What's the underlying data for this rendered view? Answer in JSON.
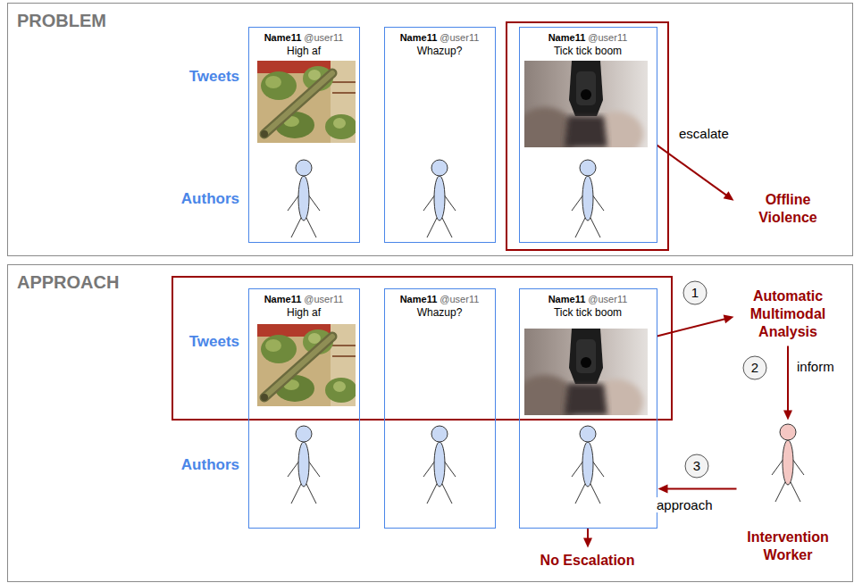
{
  "diagram": {
    "nodes": [
      {
        "text": [
          "PROBLEM"
        ]
      },
      {
        "text": [
          "Name11",
          "@user11",
          "High af"
        ],
        "in": 0
      },
      {
        "text": [
          "Name11",
          "@user11",
          "Whazup?"
        ],
        "in": 0
      },
      {
        "text": [
          "Name11",
          "@user11",
          "Tick tick boom"
        ],
        "in": 0
      },
      {
        "text": [
          "Offline Violence"
        ],
        "in": 0
      },
      {
        "text": [
          "APPROACH"
        ]
      },
      {
        "text": [
          "Name11",
          "@user11",
          "High af"
        ],
        "in": 5
      },
      {
        "text": [
          "Name11",
          "@user11",
          "Whazup?"
        ],
        "in": 5
      },
      {
        "text": [
          "Name11",
          "@user11",
          "Tick tick boom"
        ],
        "in": 5
      },
      {
        "text": [
          "Automatic Multimodal Analysis"
        ],
        "in": 5
      },
      {
        "text": [
          "Intervention Worker"
        ],
        "in": 5
      },
      {
        "text": [
          "No Escalation"
        ],
        "in": 5
      }
    ],
    "edges": [
      {
        "from": 3,
        "to": 4,
        "label": "escalate",
        "arrow": "to"
      },
      {
        "from": 8,
        "to": 9,
        "arrow": "to"
      },
      {
        "from": 9,
        "to": 10,
        "label": "inform",
        "arrow": "to"
      },
      {
        "from": 10,
        "to": 8,
        "label": "approach",
        "arrow": "to"
      },
      {
        "from": 8,
        "to": 11,
        "arrow": "to"
      }
    ],
    "labels": [
      "Tweets",
      "Authors",
      "Tweets",
      "Authors",
      "1",
      "2",
      "3"
    ]
  }
}
